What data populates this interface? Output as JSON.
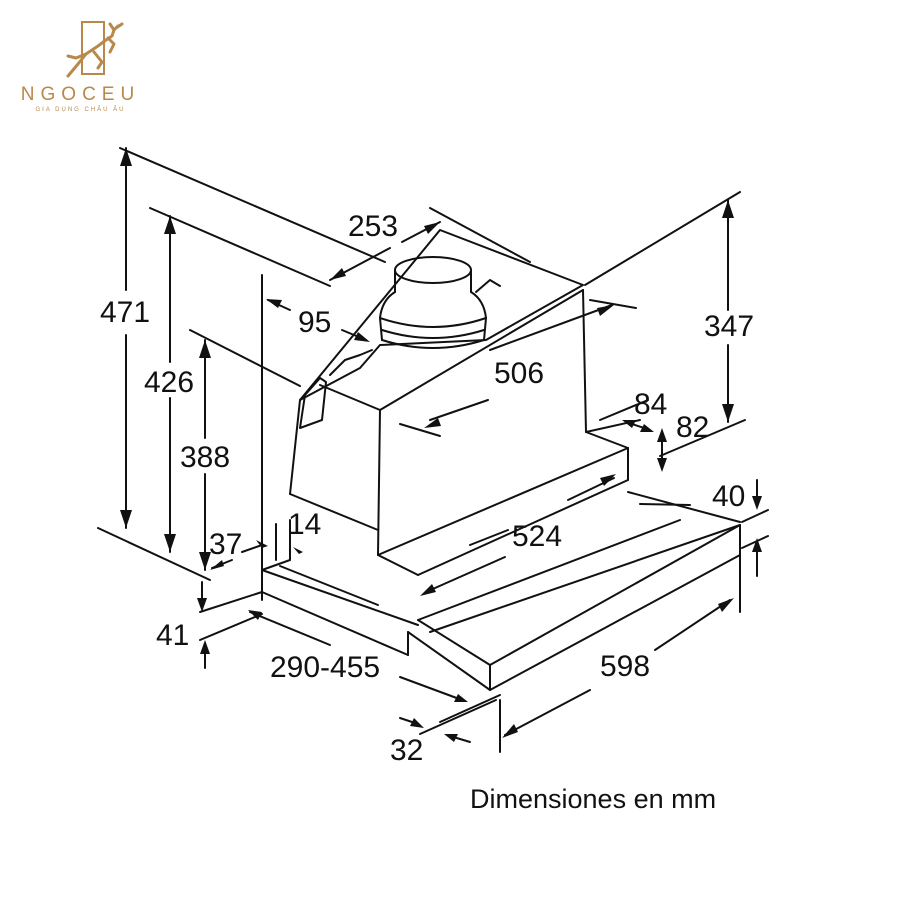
{
  "logo": {
    "brand": "NGOCEU",
    "tagline": "GIA DỤNG CHÂU ÂU",
    "icon": "leaping-deer-icon",
    "color": "#b8894a"
  },
  "diagram": {
    "subject": "telescopic range hood",
    "caption": "Dimensiones en mm",
    "units": "mm",
    "dimensions": {
      "total_height": "471",
      "height_426": "426",
      "height_388": "388",
      "duct_offset": "253",
      "duct_depth": "95",
      "body_width": "506",
      "right_height": "347",
      "step_depth": "84",
      "step_height": "82",
      "front_panel_height": "40",
      "inner_width": "524",
      "side_offset_14": "14",
      "side_offset_37": "37",
      "bottom_height": "41",
      "extension_range": "290-455",
      "front_depth": "32",
      "total_width": "598"
    }
  }
}
